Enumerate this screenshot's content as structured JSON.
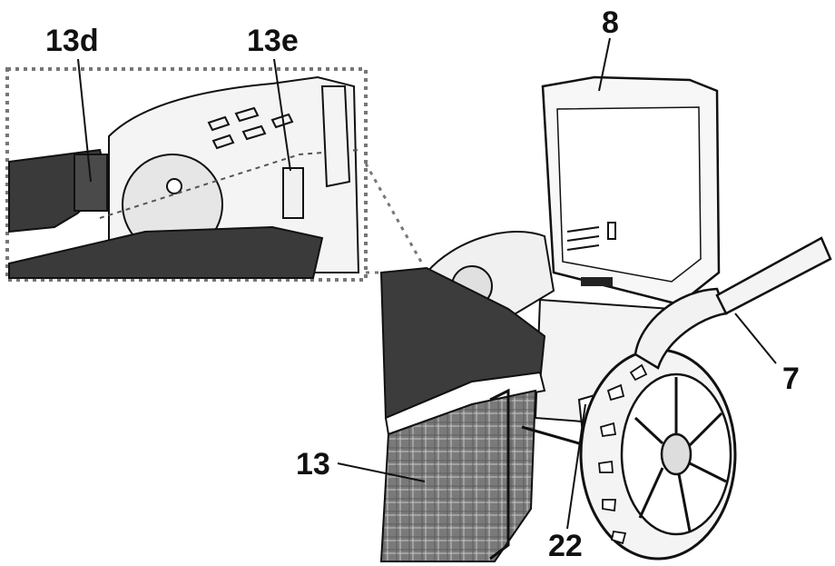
{
  "labels": {
    "part_13d": "13d",
    "part_13e": "13e",
    "part_8": "8",
    "part_7": "7",
    "part_13": "13",
    "part_22": "22"
  },
  "colors": {
    "ink": "#111111",
    "dark_plastic": "#3a3a3a",
    "mid_plastic": "#5a5a5a",
    "light_fill": "#f2f2f2",
    "plaid_fill": "#6e6e6e",
    "inset_border": "#777777"
  }
}
